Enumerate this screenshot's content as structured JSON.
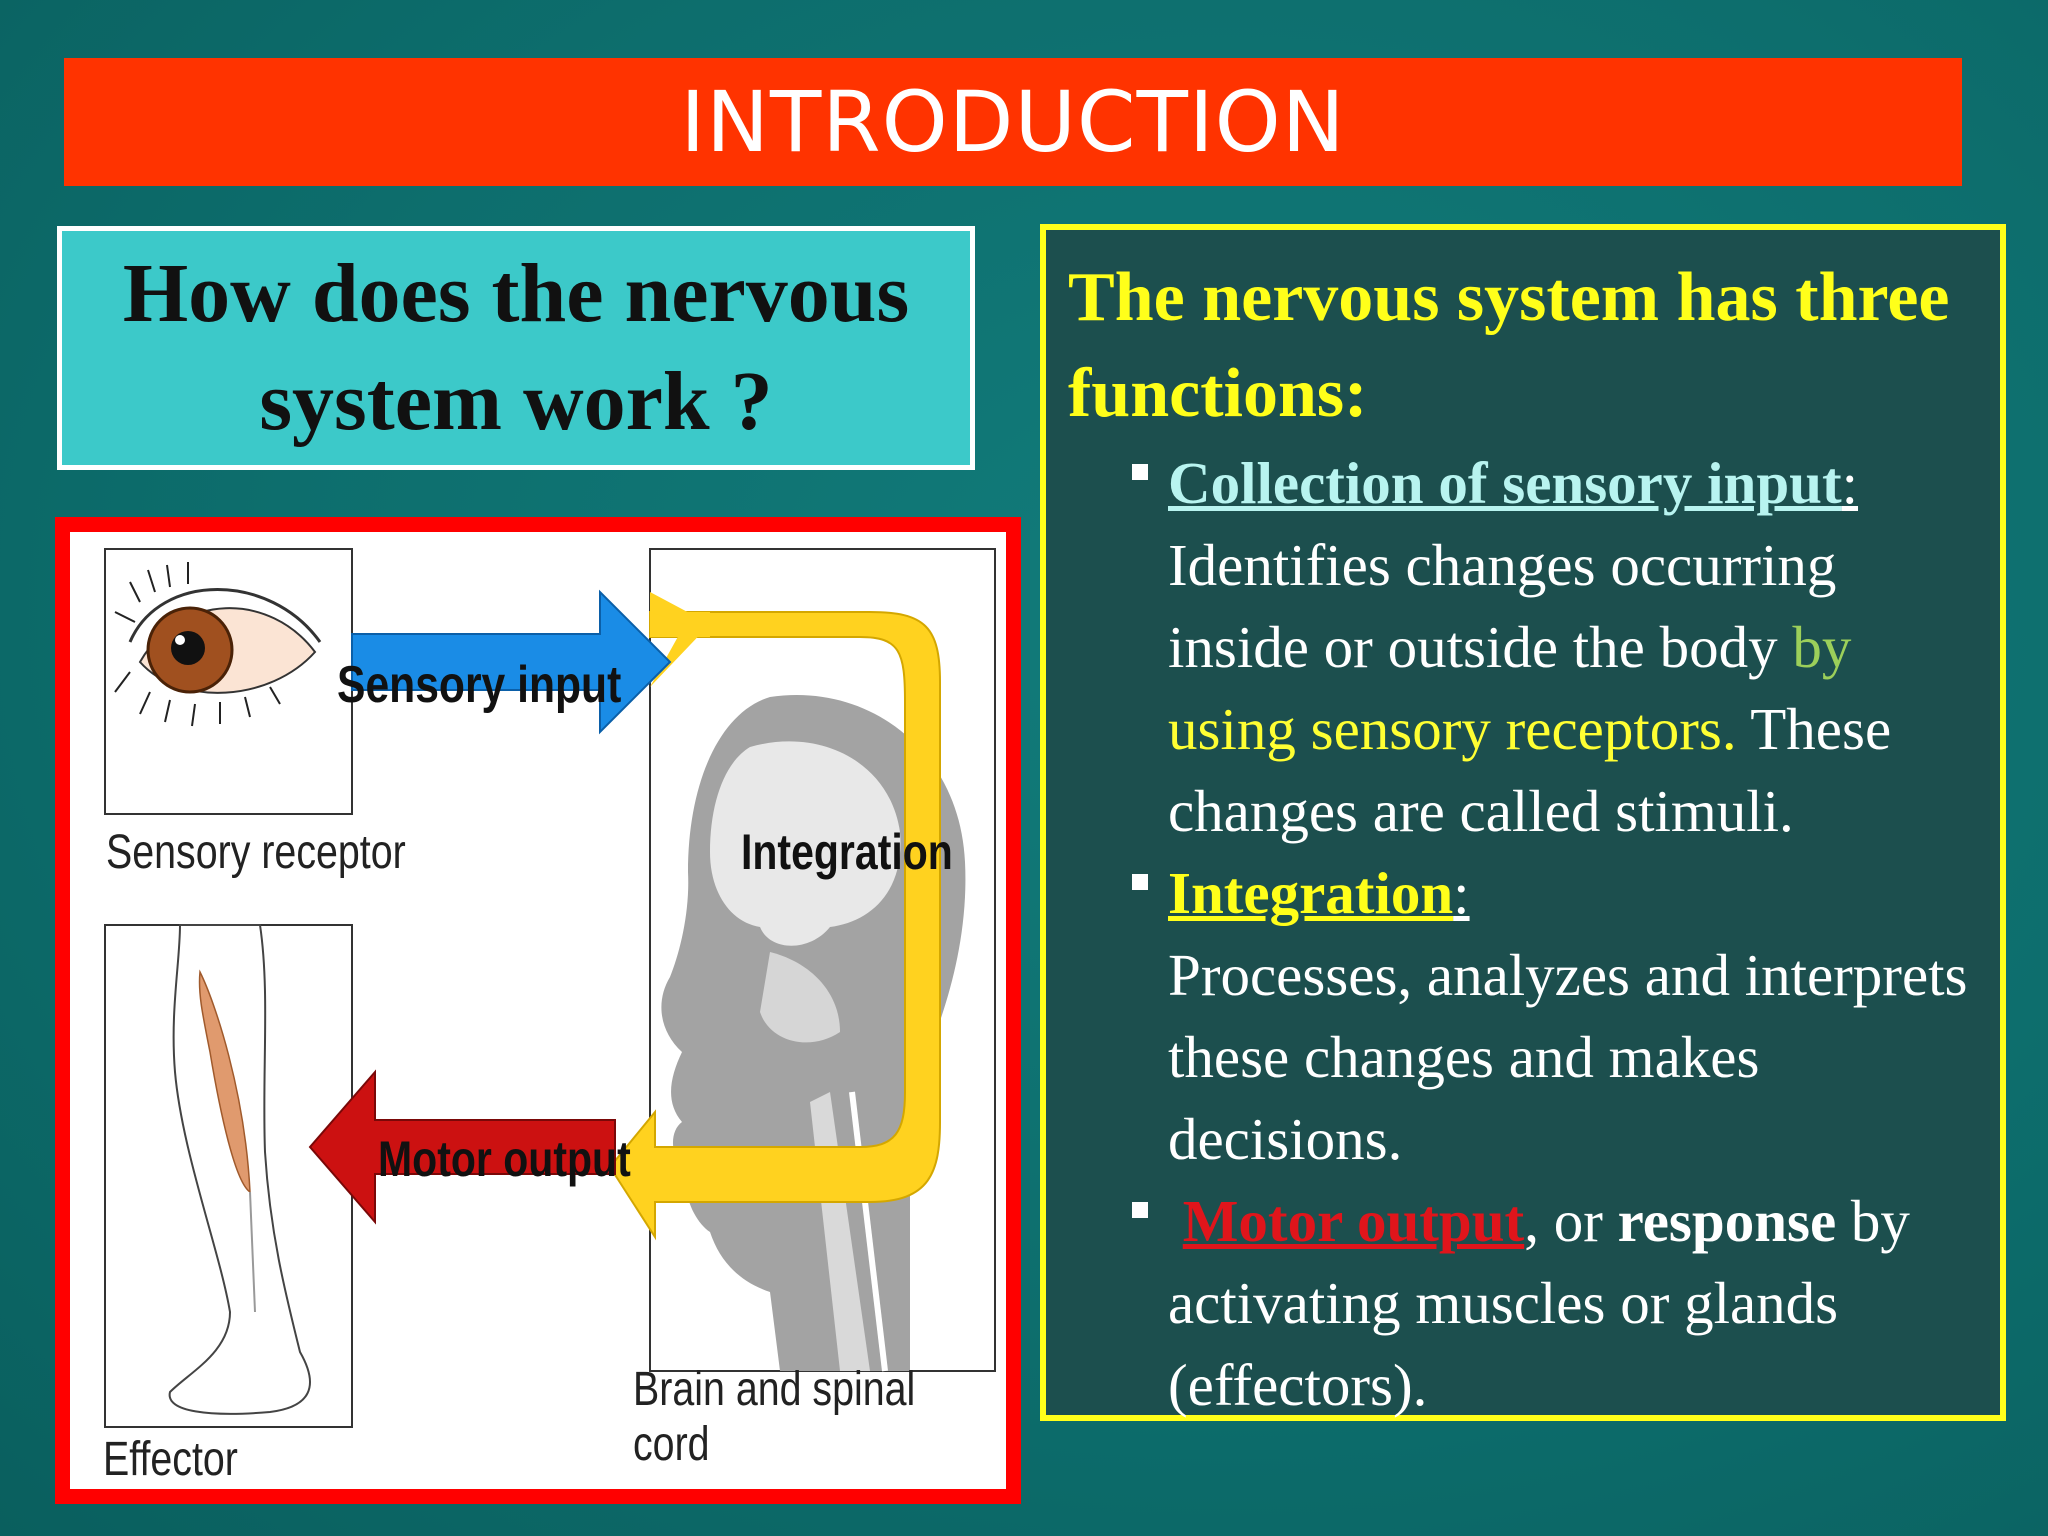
{
  "slide": {
    "title": "INTRODUCTION",
    "question": "How does the nervous system work ?"
  },
  "diagram": {
    "labels": {
      "sensory_input": "Sensory input",
      "integration": "Integration",
      "motor_output": "Motor output",
      "sensory_receptor": "Sensory receptor",
      "effector": "Effector",
      "brain_spinal_cord": "Brain and spinal cord"
    },
    "colors": {
      "sensory_arrow": "#1a8ce6",
      "integration_arrow": "#ffd21f",
      "motor_arrow": "#cc1111",
      "frame": "#ff0000"
    }
  },
  "functions": {
    "heading": "The nervous system has three functions:",
    "items": [
      {
        "title": "Collection of  sensory input",
        "colon": ":",
        "body_1": "Identifies changes occurring inside or outside the body ",
        "body_green": "by",
        "body_yellow": " using sensory receptors.",
        "body_2": " These changes are called stimuli."
      },
      {
        "title": "Integration",
        "colon": ":",
        "body": "Processes, analyzes and interprets these changes and makes decisions."
      },
      {
        "title": "Motor output",
        "connector": ", or ",
        "bold": "response",
        "body": " by activating muscles or glands (effectors)."
      }
    ],
    "colors": {
      "heading": "#ffff1a",
      "item1_title": "#b8f4f0",
      "item2_title": "#ffff1a",
      "item3_title": "#e0151b",
      "box_border": "#ffff1a"
    }
  }
}
